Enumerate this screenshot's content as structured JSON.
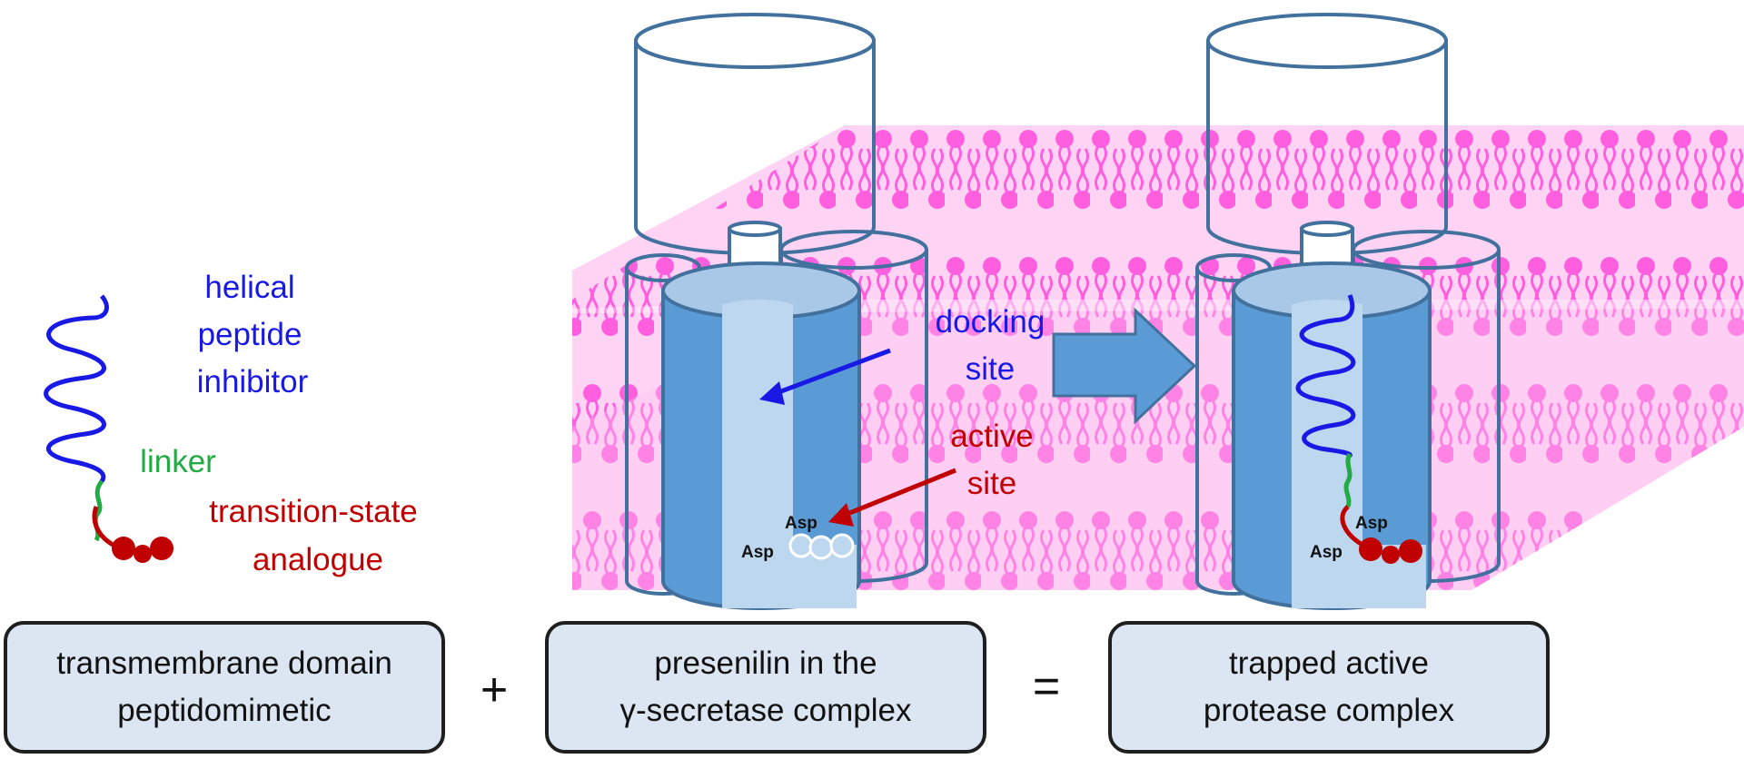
{
  "labels": {
    "inhibitor_line1": "helical",
    "inhibitor_line2": "peptide",
    "inhibitor_line3": "inhibitor",
    "linker": "linker",
    "tsa_line1": "transition-state",
    "tsa_line2": "analogue",
    "docking_line1": "docking",
    "docking_line2": "site",
    "active_line1": "active",
    "active_line2": "site",
    "asp": "Asp"
  },
  "boxes": {
    "left_line1": "transmembrane domain",
    "left_line2": "peptidomimetic",
    "middle_line1": "presenilin in the",
    "middle_line2": "γ-secretase complex",
    "right_line1": "trapped active",
    "right_line2": "protease complex"
  },
  "operators": {
    "plus": "+",
    "equals": "="
  },
  "colors": {
    "helix": "#1919e6",
    "linker": "#22aa44",
    "tsa": "#c00000",
    "membrane": "#ffc8f2",
    "lipid": "#ff55dd",
    "presenilin_dark": "#5b9bd5",
    "presenilin_light": "#bdd7ee",
    "outline": "#41719c",
    "box_fill": "#dce6f2"
  }
}
